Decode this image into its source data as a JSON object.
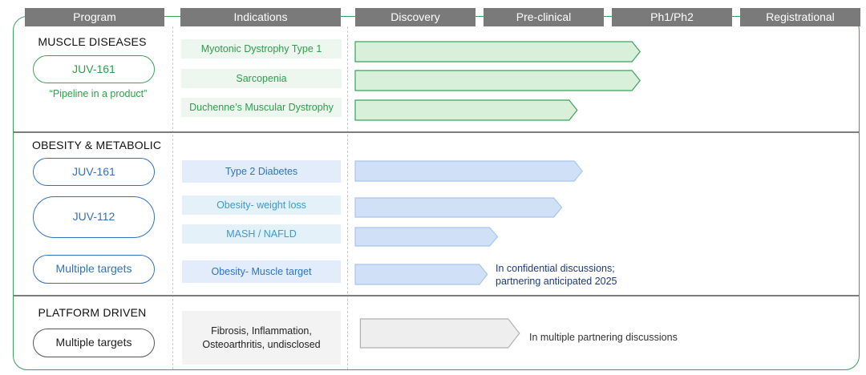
{
  "headers": {
    "program": "Program",
    "indications": "Indications",
    "stages": [
      "Discovery",
      "Pre-clinical",
      "Ph1/Ph2",
      "Registrational"
    ]
  },
  "sections": {
    "muscle": {
      "title": "MUSCLE DISEASES",
      "program": "JUV-161",
      "tagline": "“Pipeline in a product”",
      "indications": [
        "Myotonic Dystrophy Type 1",
        "Sarcopenia",
        "Duchenne’s Muscular Dystrophy"
      ]
    },
    "obesity": {
      "title": "OBESITY & METABOLIC",
      "programs": [
        "JUV-161",
        "JUV-112",
        "Multiple targets"
      ],
      "indications": [
        "Type 2 Diabetes",
        "Obesity- weight loss",
        "MASH / NAFLD",
        "Obesity- Muscle target"
      ],
      "note": [
        "In confidential discussions;",
        "partnering anticipated 2025"
      ]
    },
    "platform": {
      "title": "PLATFORM DRIVEN",
      "program": "Multiple targets",
      "indications": [
        "Fibrosis, Inflammation,",
        "Osteoarthritis, undisclosed"
      ],
      "note": "In multiple partnering discussions"
    }
  },
  "colors": {
    "muscle_text": "#2e9e4a",
    "muscle_bar_fill": "#d8f0da",
    "muscle_bar_stroke": "#3aa35a",
    "muscle_ind_bg": "#eef7ef",
    "metabolic_text": "#2f73bf",
    "metabolic_text_light": "#3a9ad3",
    "metabolic_bar_fill": "#cfe0f7",
    "metabolic_bar_stroke": "#a9c5ec",
    "metabolic_ind_bg": "#e3ecfa",
    "metabolic_ind_bg_light": "#e4f1f9",
    "platform_bar_fill": "#eeeeee",
    "platform_bar_stroke": "#b0b0b0",
    "header_bg": "#7a7a7a",
    "frame": "#3aa35a"
  },
  "chart_data": {
    "type": "bar",
    "stages": [
      "Discovery",
      "Pre-clinical",
      "Ph1/Ph2",
      "Registrational"
    ],
    "xlim": [
      0,
      4
    ],
    "series": [
      {
        "name": "Myotonic Dystrophy Type 1",
        "start": 0,
        "end": 2.22
      },
      {
        "name": "Sarcopenia",
        "start": 0,
        "end": 2.22
      },
      {
        "name": "Duchenne’s Muscular Dystrophy",
        "start": 0,
        "end": 1.73
      },
      {
        "name": "Type 2 Diabetes",
        "start": 0,
        "end": 1.77
      },
      {
        "name": "Obesity- weight loss",
        "start": 0,
        "end": 1.61
      },
      {
        "name": "MASH / NAFLD",
        "start": 0,
        "end": 1.11
      },
      {
        "name": "Obesity- Muscle target",
        "start": 0,
        "end": 1.03
      },
      {
        "name": "Fibrosis, Inflammation, Osteoarthritis, undisclosed",
        "start": 0.04,
        "end": 1.28
      }
    ]
  }
}
